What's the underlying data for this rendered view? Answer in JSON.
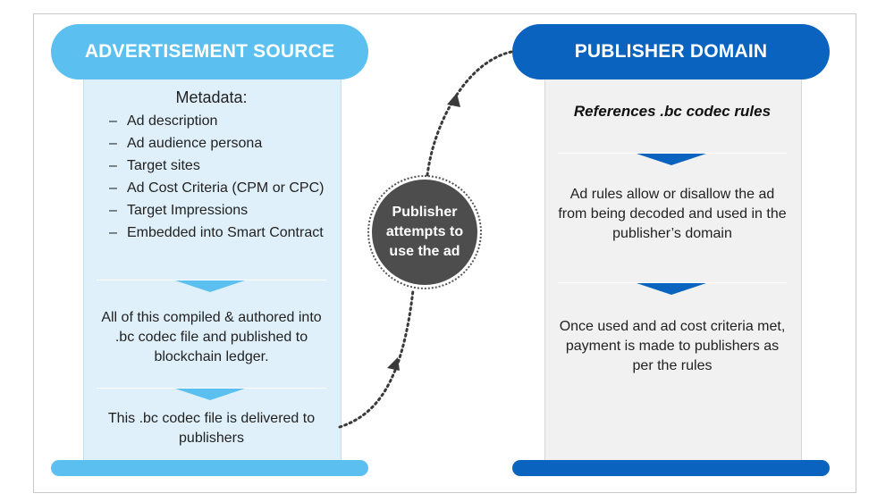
{
  "left_panel": {
    "header": "ADVERTISEMENT SOURCE",
    "metadata_title": "Metadata:",
    "metadata_items": [
      "Ad description",
      "Ad audience persona",
      "Target sites",
      "Ad Cost Criteria (CPM or CPC)",
      "Target Impressions",
      "Embedded into Smart Contract"
    ],
    "step1": "All of this compiled & authored into .bc codec file and published to blockchain ledger.",
    "step2": "This .bc codec file is delivered to publishers"
  },
  "center": {
    "circle_text": "Publisher attempts to use the ad"
  },
  "right_panel": {
    "header": "PUBLISHER DOMAIN",
    "references": "References .bc codec rules",
    "step1": "Ad rules allow or disallow the ad from being decoded and used in the publisher’s domain",
    "step2": "Once used and ad cost criteria met, payment is made to publishers as per the rules"
  },
  "colors": {
    "left_accent": "#5bc0ef",
    "right_accent": "#0b63c0",
    "left_fill": "#dff0fa",
    "right_fill": "#f1f1f1",
    "circle": "#4d4d4d"
  }
}
